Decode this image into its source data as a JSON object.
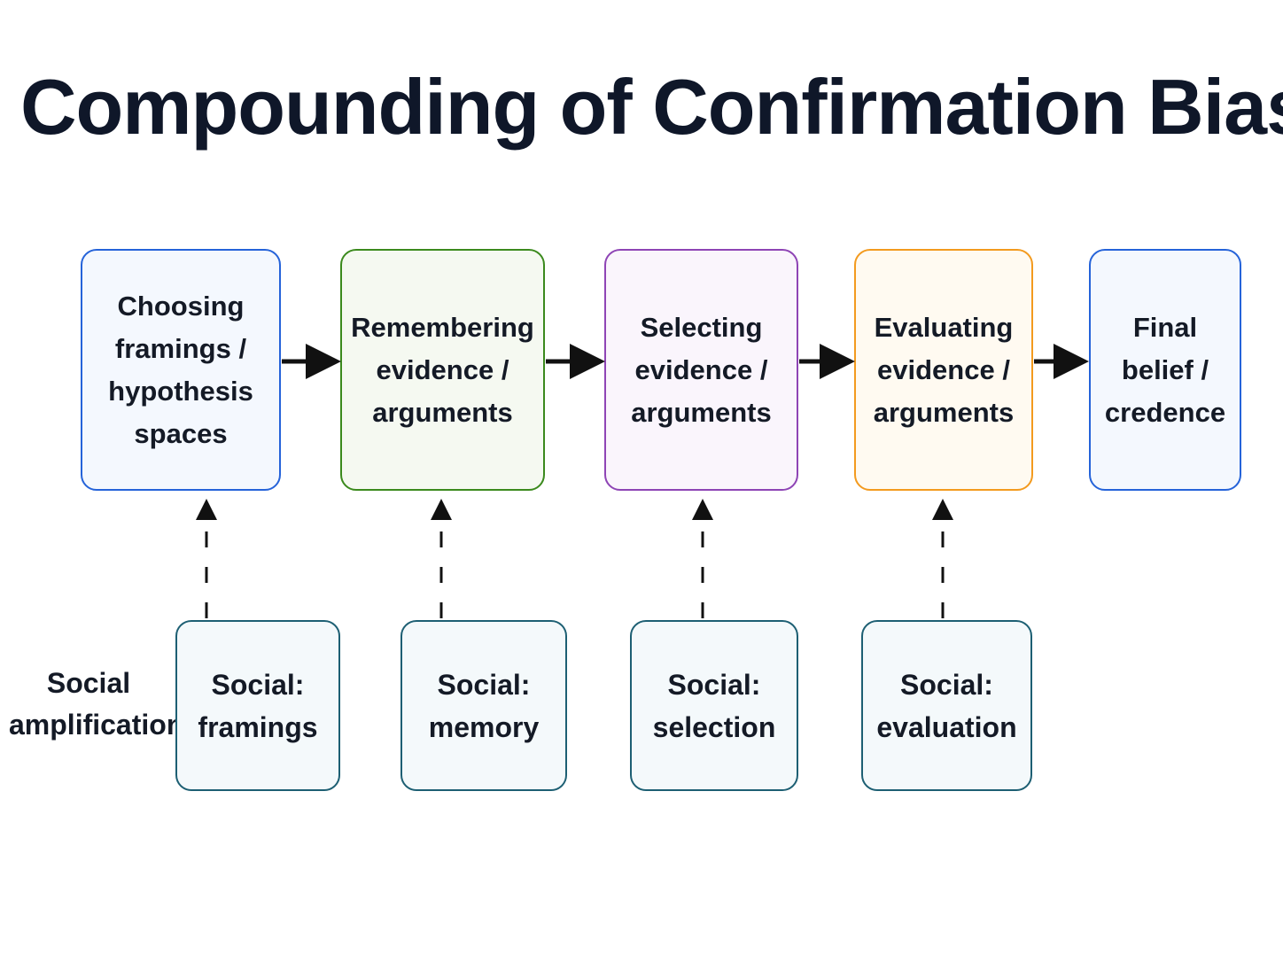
{
  "title": "Compounding of Confirmation Bias",
  "stages": [
    "Choosing\nframings /\nhypothesis\nspaces",
    "Remembering\nevidence /\narguments",
    "Selecting\nevidence /\narguments",
    "Evaluating\nevidence /\narguments",
    "Final\nbelief /\ncredence"
  ],
  "social_row_label": "Social\namplification",
  "social": [
    "Social:\nframings",
    "Social:\nmemory",
    "Social:\nselection",
    "Social:\nevaluation"
  ],
  "colors": {
    "stage_borders": [
      "#2563d9",
      "#3b8a1d",
      "#8e44b5",
      "#f39a1e",
      "#2563d9"
    ],
    "social_border": "#1d5f73",
    "arrow": "#111111"
  }
}
